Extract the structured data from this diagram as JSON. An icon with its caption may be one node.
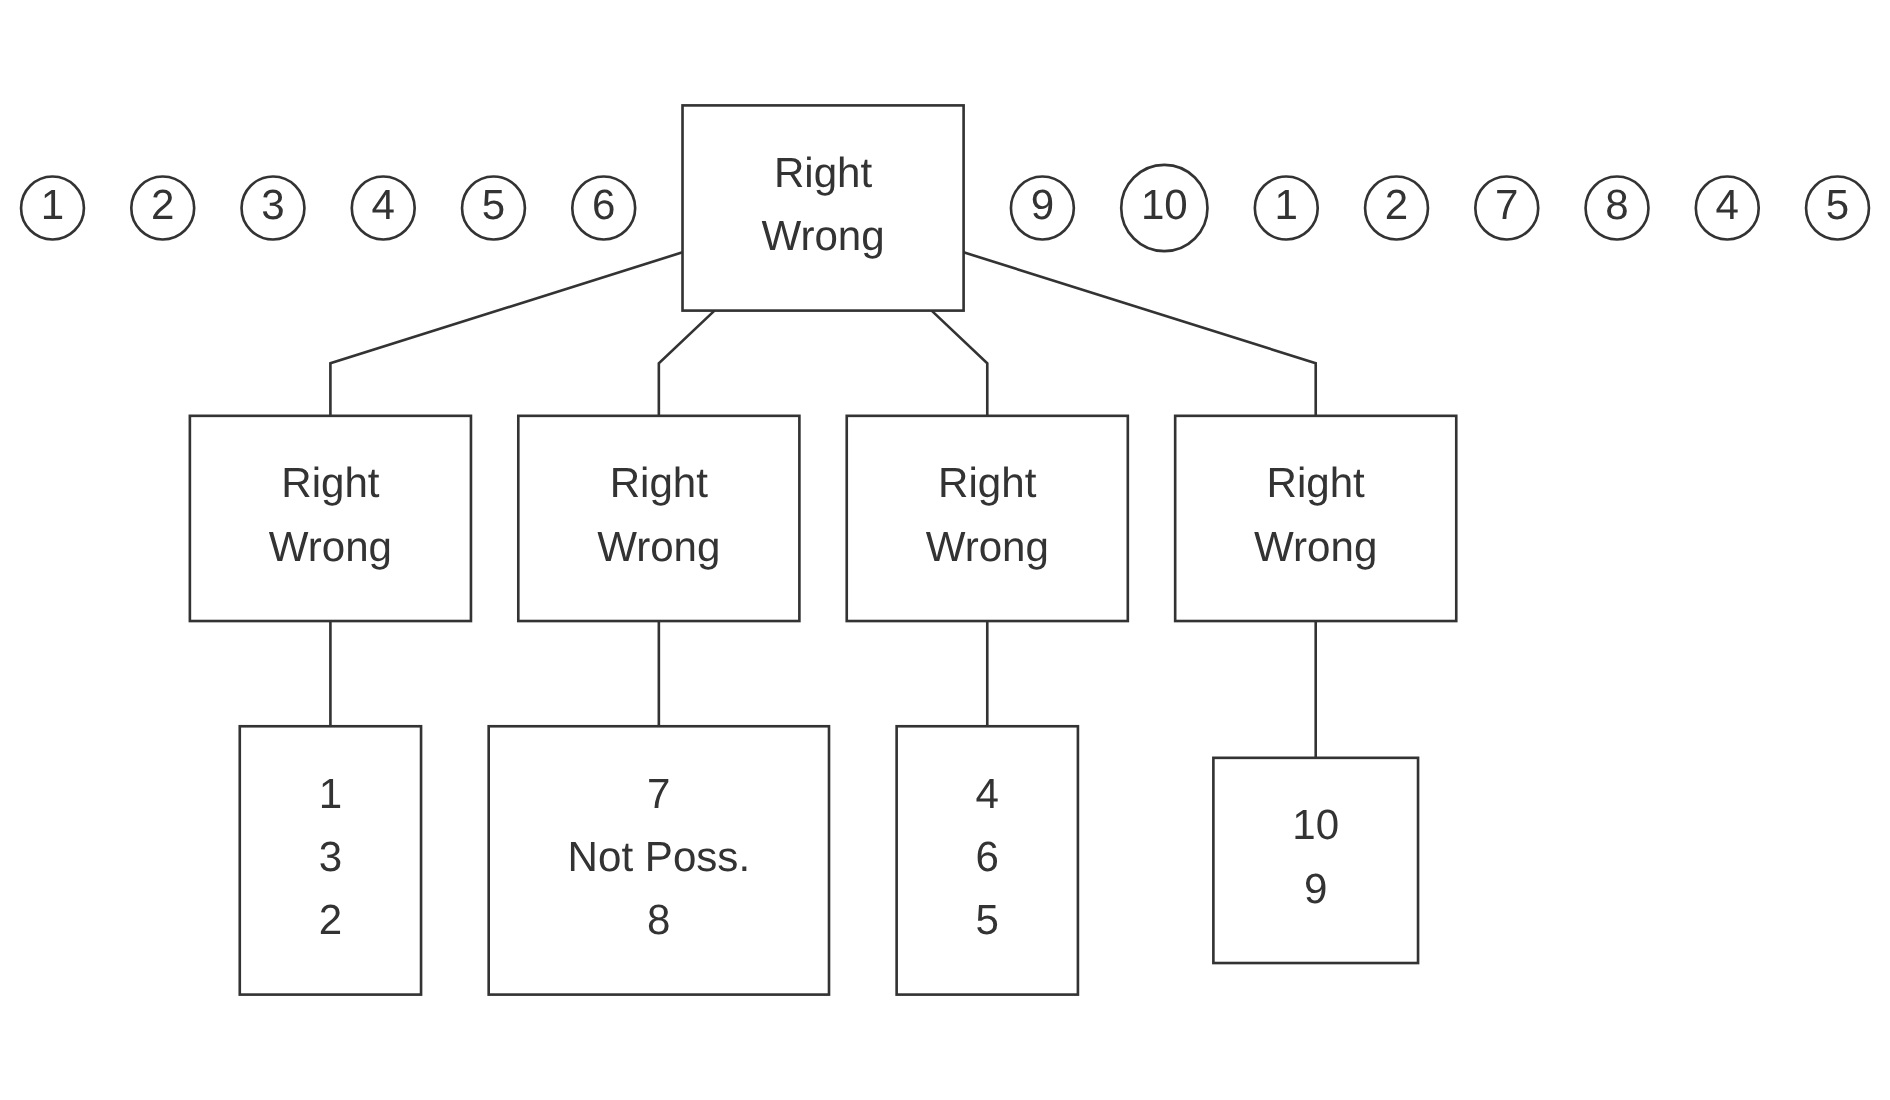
{
  "diagram": {
    "nodes": [
      {
        "text": [
          "1"
        ]
      },
      {
        "text": [
          "2"
        ]
      },
      {
        "text": [
          "3"
        ]
      },
      {
        "text": [
          "4"
        ]
      },
      {
        "text": [
          "5"
        ]
      },
      {
        "text": [
          "6"
        ]
      },
      {
        "text": [
          "Right",
          "Wrong"
        ]
      },
      {
        "text": [
          "9"
        ]
      },
      {
        "text": [
          "10"
        ]
      },
      {
        "text": [
          "Right",
          "Wrong"
        ]
      },
      {
        "text": [
          "10",
          "9"
        ]
      },
      {
        "text": [
          "1"
        ]
      },
      {
        "text": [
          "2"
        ]
      },
      {
        "text": [
          "7"
        ]
      },
      {
        "text": [
          "8"
        ]
      },
      {
        "text": [
          "4"
        ]
      },
      {
        "text": [
          "5"
        ]
      },
      {
        "text": [
          "Right",
          "Wrong"
        ]
      },
      {
        "text": [
          "Right",
          "Wrong"
        ]
      },
      {
        "text": [
          "Right",
          "Wrong"
        ]
      },
      {
        "text": [
          "1",
          "3",
          "2"
        ]
      },
      {
        "text": [
          "7",
          "Not Poss.",
          "8"
        ]
      },
      {
        "text": [
          "4",
          "6",
          "5"
        ]
      }
    ],
    "edges": [
      {
        "from": 6,
        "to": 17,
        "arrow": "none"
      },
      {
        "from": 6,
        "to": 18,
        "arrow": "none"
      },
      {
        "from": 6,
        "to": 19,
        "arrow": "none"
      },
      {
        "from": 6,
        "to": 9,
        "arrow": "none"
      },
      {
        "from": 9,
        "to": 10,
        "arrow": "none"
      },
      {
        "from": 17,
        "to": 20,
        "arrow": "none"
      },
      {
        "from": 18,
        "to": 21,
        "arrow": "none"
      },
      {
        "from": 19,
        "to": 22,
        "arrow": "none"
      }
    ]
  }
}
